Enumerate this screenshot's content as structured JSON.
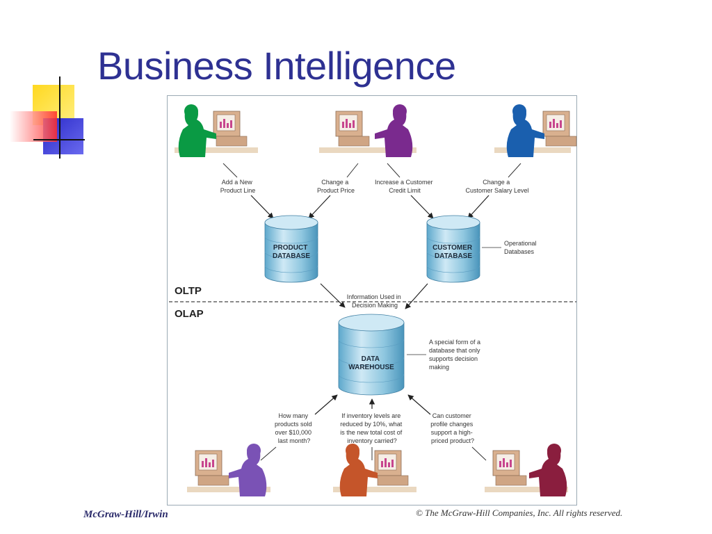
{
  "slide": {
    "title": "Business Intelligence"
  },
  "figure": {
    "sections": {
      "oltp": "OLTP",
      "olap": "OLAP"
    },
    "oltp_actions": [
      [
        "Add a New",
        "Product Line"
      ],
      [
        "Change a",
        "Product Price"
      ],
      [
        "Increase a Customer",
        "Credit Limit"
      ],
      [
        "Change a",
        "Customer Salary Level"
      ]
    ],
    "databases": {
      "product": [
        "PRODUCT",
        "DATABASE"
      ],
      "customer": [
        "CUSTOMER",
        "DATABASE"
      ],
      "warehouse": [
        "DATA",
        "WAREHOUSE"
      ]
    },
    "operational_label": [
      "Operational",
      "Databases"
    ],
    "info_label": [
      "Information Used in",
      "Decision Making"
    ],
    "warehouse_note": [
      "A special form of a",
      "database that only",
      "supports decision",
      "making"
    ],
    "olap_queries": [
      [
        "How many",
        "products sold",
        "over $10,000",
        "last month?"
      ],
      [
        "If inventory levels are",
        "reduced by 10%, what",
        "is the new total cost of",
        "inventory carried?"
      ],
      [
        "Can customer",
        "profile changes",
        "support a high-",
        "priced product?"
      ]
    ]
  },
  "footer": {
    "publisher": "McGraw-Hill/Irwin",
    "copyright": "© The McGraw-Hill Companies, Inc. All rights reserved."
  },
  "colors": {
    "title": "#2e3192",
    "green_user": "#0a9a44",
    "purple_user": "#7a2a8e",
    "blue_user": "#1a5fae",
    "orange_user": "#c5552a",
    "maroon_user": "#8a1e3e",
    "database": "#8fc6df"
  }
}
